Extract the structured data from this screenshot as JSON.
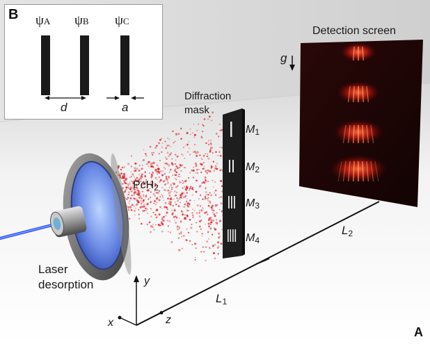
{
  "inset": {
    "letter": "B",
    "slits": [
      {
        "symbol": "ψ",
        "subscript": "A"
      },
      {
        "symbol": "ψ",
        "subscript": "B"
      },
      {
        "symbol": "ψ",
        "subscript": "C"
      }
    ],
    "spacing_label": "d",
    "width_label": "a"
  },
  "labels": {
    "detection_screen": "Detection screen",
    "gravity": "g",
    "diffraction_mask_line1": "Diffraction",
    "diffraction_mask_line2": "mask",
    "molecule_main": "PcH",
    "molecule_sub": "2",
    "laser_line1": "Laser",
    "laser_line2": "desorption",
    "mask_gratings": [
      {
        "main": "M",
        "sub": "1"
      },
      {
        "main": "M",
        "sub": "2"
      },
      {
        "main": "M",
        "sub": "3"
      },
      {
        "main": "M",
        "sub": "4"
      }
    ],
    "distance_1": {
      "main": "L",
      "sub": "1"
    },
    "distance_2": {
      "main": "L",
      "sub": "2"
    },
    "axis_x": "x",
    "axis_y": "y",
    "axis_z": "z",
    "figure_letter": "A"
  },
  "colors": {
    "laser": "#2a5bff",
    "molecules": "#e0222a",
    "screen": "#1a0606",
    "fringe": "#ff3a1a",
    "mask": "#1c1c1c"
  }
}
